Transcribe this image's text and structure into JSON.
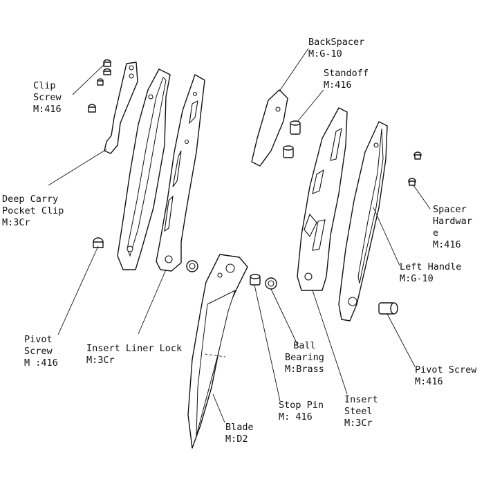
{
  "labels": {
    "clip_screw": {
      "line1": "Clip",
      "line2": "Screw",
      "material": "M:416"
    },
    "deep_carry_pocket_clip": {
      "line1": "Deep Carry",
      "line2": "Pocket Clip",
      "material": "M:3Cr"
    },
    "pivot_screw_left": {
      "line1": "Pivot",
      "line2": "Screw",
      "material": "M :416"
    },
    "insert_liner_lock": {
      "line1": "Insert Liner Lock",
      "material": "M:3Cr"
    },
    "blade": {
      "line1": "Blade",
      "material": "M:D2"
    },
    "stop_pin": {
      "line1": "Stop Pin",
      "material": "M: 416"
    },
    "ball_bearing": {
      "line1": "Ball",
      "line2": "Bearing",
      "material": "M:Brass"
    },
    "insert_steel": {
      "line1": "Insert",
      "line2": "Steel",
      "material": "M:3Cr"
    },
    "back_spacer": {
      "line1": "BackSpacer",
      "material": "M:G-10"
    },
    "standoff": {
      "line1": "Standoff",
      "material": "M:416"
    },
    "spacer_hardware": {
      "line1": "Spacer",
      "line2": "Hardwar",
      "line3": "e",
      "material": "M:416"
    },
    "left_handle": {
      "line1": "Left Handle",
      "material": "M:G-10"
    },
    "pivot_screw_right": {
      "line1": "Pivot Screw",
      "material": "M:416"
    }
  }
}
